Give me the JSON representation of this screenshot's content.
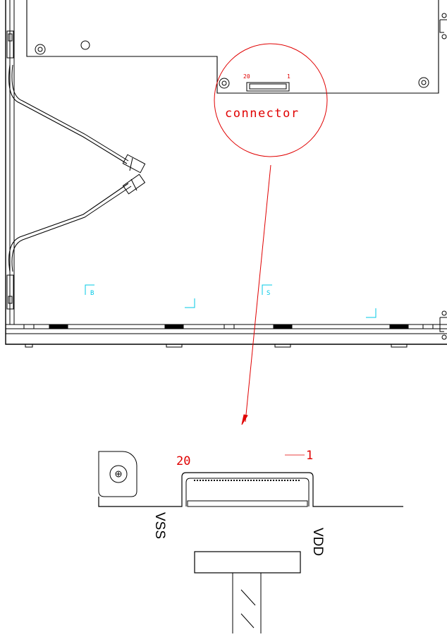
{
  "top_view": {
    "callout_label": "connector",
    "pin_left": "20",
    "pin_right": "1",
    "marker_b": "B",
    "marker_s": "S"
  },
  "detail_view": {
    "pin_left": "20",
    "pin_right": "1",
    "vss_label": "VSS",
    "vdd_label": "VDD"
  },
  "colors": {
    "outline": "#000000",
    "callout": "#e00000",
    "marker": "#00c8e6"
  }
}
